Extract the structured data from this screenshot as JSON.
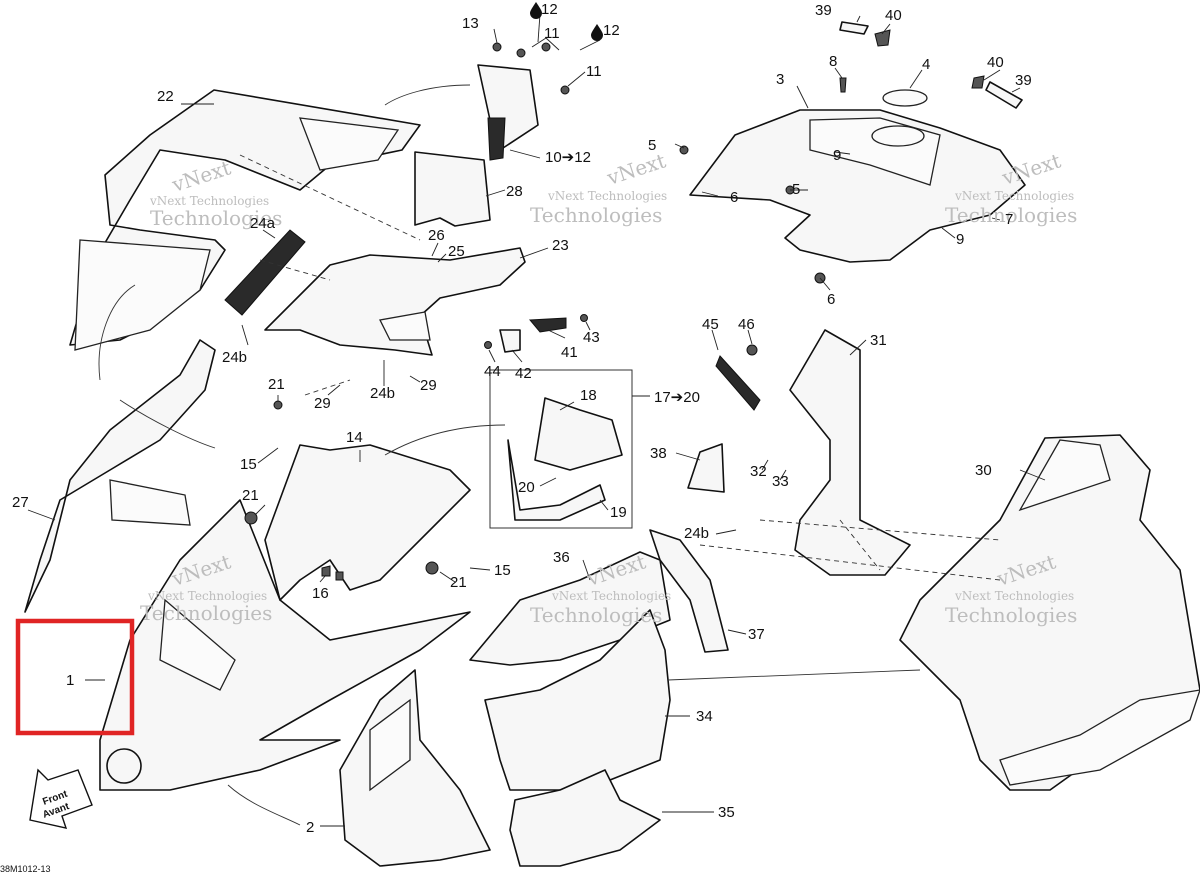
{
  "callouts": {
    "c1": "1",
    "c2": "2",
    "c3": "3",
    "c4": "4",
    "c5a": "5",
    "c5b": "5",
    "c6a": "6",
    "c6b": "6",
    "c7": "7",
    "c8": "8",
    "c9a": "9",
    "c9b": "9",
    "c10_12": "10➔12",
    "c11a": "11",
    "c11b": "11",
    "c12a": "12",
    "c12b": "12",
    "c13": "13",
    "c14": "14",
    "c15a": "15",
    "c15b": "15",
    "c16": "16",
    "c17_20": "17➔20",
    "c18": "18",
    "c19": "19",
    "c20": "20",
    "c21a": "21",
    "c21b": "21",
    "c21c": "21",
    "c22": "22",
    "c23": "23",
    "c24a": "24a",
    "c24b1": "24b",
    "c24b2": "24b",
    "c24b3": "24b",
    "c25": "25",
    "c26": "26",
    "c27": "27",
    "c28": "28",
    "c29a": "29",
    "c29b": "29",
    "c30": "30",
    "c31": "31",
    "c32": "32",
    "c33": "33",
    "c34": "34",
    "c35": "35",
    "c36": "36",
    "c37": "37",
    "c38": "38",
    "c39a": "39",
    "c39b": "39",
    "c40a": "40",
    "c40b": "40",
    "c41": "41",
    "c42": "42",
    "c43": "43",
    "c44": "44",
    "c45": "45",
    "c46": "46"
  },
  "watermark": {
    "line1": "vNext Technologies",
    "line2": "Technologies",
    "top_prefix": "vNext"
  },
  "front_arrow": {
    "line1": "Front",
    "line2": "Avant"
  },
  "drawing_code": "38M1012-13",
  "highlight_color": "#e02424"
}
